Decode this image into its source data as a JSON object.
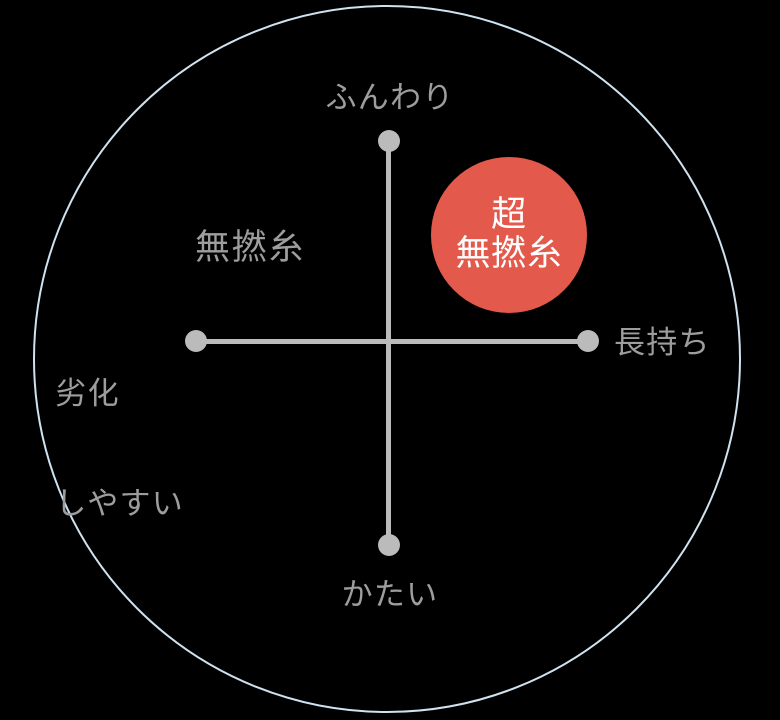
{
  "diagram": {
    "type": "two-axis-positioning-map",
    "background_color": "#000000",
    "outer_circle": {
      "name": "boundary-circle",
      "stroke_color": "#cfe2ef"
    },
    "axes": {
      "color": "#bbbbbb",
      "vertical": {
        "top_label": "ふんわり",
        "bottom_label": "かたい"
      },
      "horizontal": {
        "left_label_line1": "劣化",
        "left_label_line2": "しやすい",
        "right_label": "長持ち"
      }
    },
    "quadrant_annotation": {
      "label": "無撚糸",
      "color": "#9d9d9d"
    },
    "marker": {
      "label_line1": "超",
      "label_line2": "無撚糸",
      "fill_color": "#e3594b",
      "text_color": "#ffffff"
    }
  }
}
